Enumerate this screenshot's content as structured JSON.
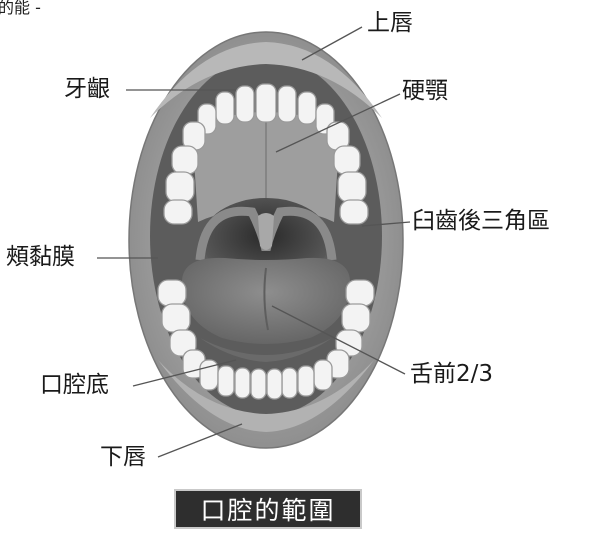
{
  "corner_text": "的能 -",
  "labels": {
    "upper_lip": "上唇",
    "gingiva": "牙齦",
    "hard_palate": "硬顎",
    "retromolar": "臼齒後三角區",
    "buccal_mucosa": "頰黏膜",
    "anterior_tongue": "舌前2/3",
    "floor_of_mouth": "口腔底",
    "lower_lip": "下唇"
  },
  "caption": "口腔的範圍",
  "colors": {
    "lip": "#a6a6a6",
    "mouth_interior": "#5a5a5a",
    "palate": "#9a9a9a",
    "tongue": "#7c7c7c",
    "teeth": "#f2f2f2",
    "caption_bg": "#2e2e2e",
    "leader_line": "#555555"
  }
}
